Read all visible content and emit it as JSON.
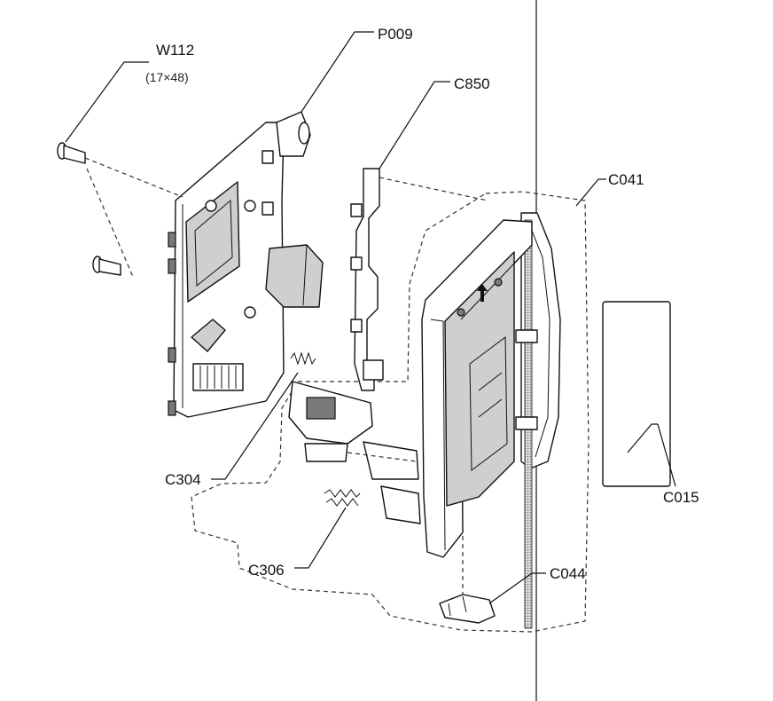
{
  "labels": {
    "w112": "W112",
    "w112_sub": "(17×48)",
    "p009": "P009",
    "c850": "C850",
    "c041": "C041",
    "c015": "C015",
    "c304": "C304",
    "c306": "C306",
    "c044": "C044"
  },
  "colors": {
    "stipple": "#bdbdbd",
    "line": "#111111"
  }
}
